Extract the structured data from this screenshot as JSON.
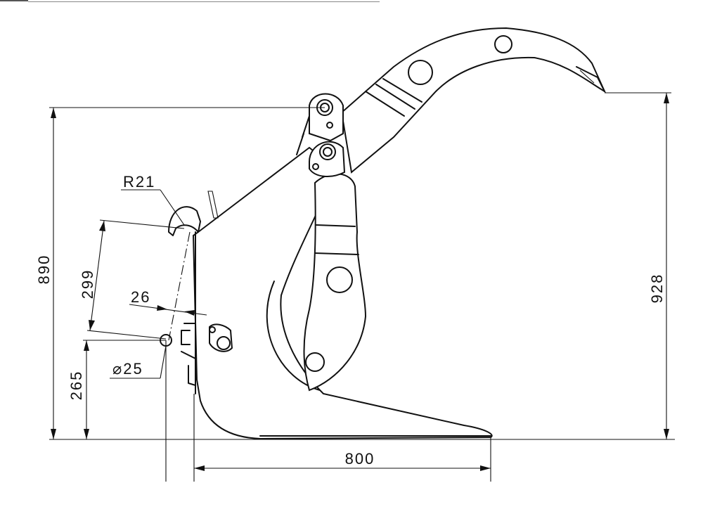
{
  "dimensions": {
    "radius": "R21",
    "pin_spacing": "299",
    "offset": "26",
    "pin_diameter": "⌀25",
    "pin_height": "265",
    "overall_height": "890",
    "tine_height": "928",
    "floor_length": "800"
  }
}
